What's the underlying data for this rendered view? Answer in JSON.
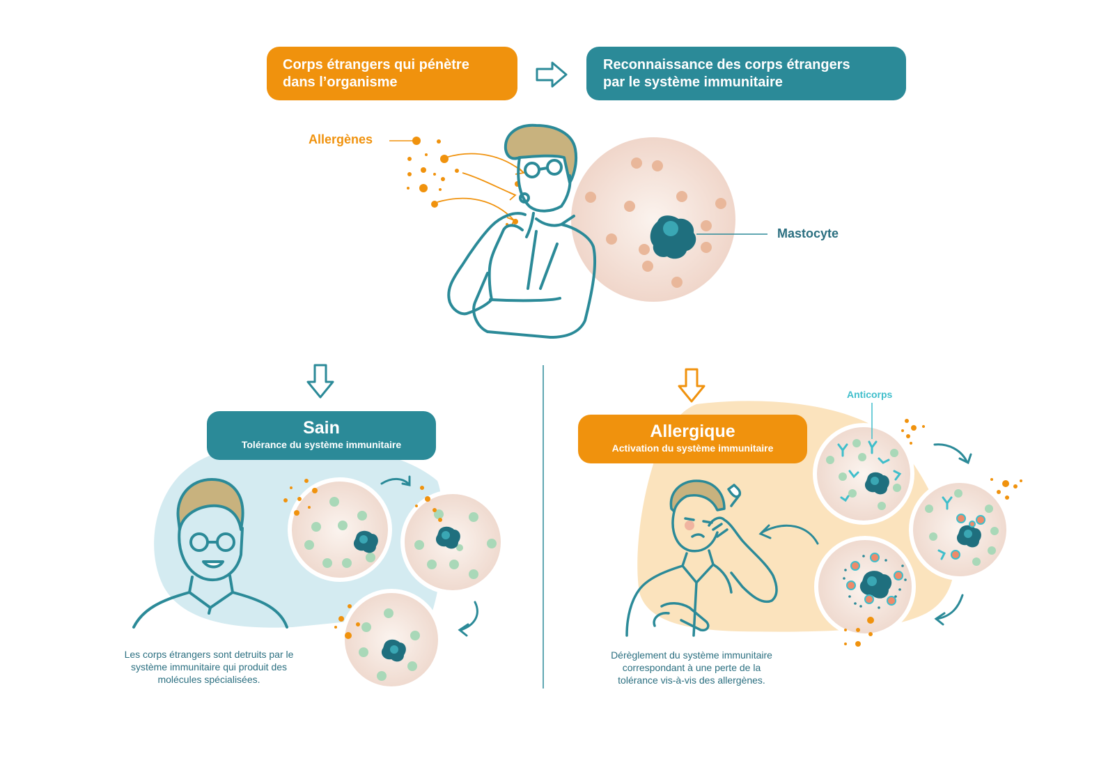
{
  "header": {
    "step1": [
      "Corps étrangers qui pénètre",
      "dans l’organisme"
    ],
    "step2": [
      "Reconnaissance des corps étrangers",
      "par le système immunitaire"
    ]
  },
  "labels": {
    "allergens": "Allergènes",
    "mastocyte": "Mastocyte",
    "antibodies": "Anticorps"
  },
  "healthy": {
    "title": "Sain",
    "subtitle": "Tolérance du système immunitaire",
    "caption": [
      "Les corps étrangers sont detruits par le",
      "système immunitaire qui produit des",
      "molécules spécialisées."
    ]
  },
  "allergic": {
    "title": "Allergique",
    "subtitle": "Activation du système immunitaire",
    "caption": [
      "Dérèglement du système immunitaire",
      "correspondant à une perte de la",
      "tolérance vis-à-vis des allergènes."
    ]
  },
  "colors": {
    "orange": "#f0920d",
    "teal": "#2b8a98",
    "dark_teal": "#1e6f7d",
    "light_blue_bg": "#d4ebf1",
    "light_orange_bg": "#fbe3bd",
    "cell_bg": "#f2dcd3",
    "hair": "#c8b27e",
    "granule_peach": "#e9b79a",
    "granule_green": "#a9d8b8",
    "antibody_cyan": "#3fbecb"
  },
  "icons": [
    "arrow-right-icon",
    "arrow-down-icon",
    "curved-arrow-icon",
    "mast-cell-icon",
    "person-icon",
    "antibody-icon"
  ]
}
